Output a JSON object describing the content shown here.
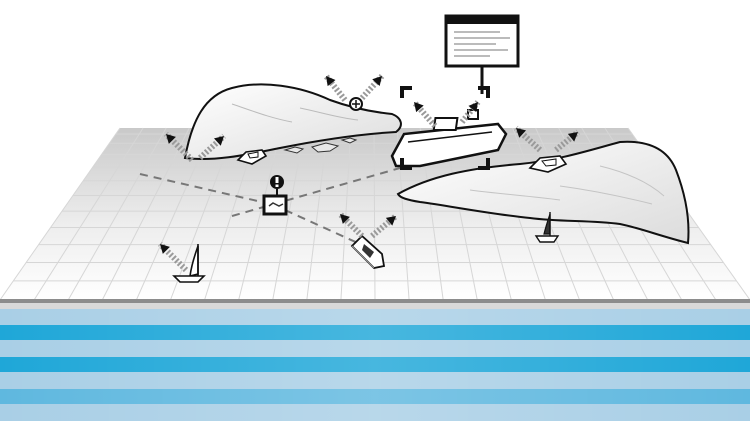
{
  "colors": {
    "background": "#ffffff",
    "outline": "#111111",
    "grid_line": "#d6d6d6",
    "signal_ray": "#9a9a9a",
    "route_dash": "#777777",
    "stripe_dark": "#1fa7d8",
    "stripe_light": "#a9cfe6",
    "stripe_mid": "#5fb8df"
  },
  "scene": {
    "title": "",
    "info_panel": {
      "icon": "text-document-icon"
    },
    "alert_marker": {
      "icon": "exclamation-icon"
    },
    "buoy": {
      "icon": "target-buoy-icon"
    },
    "vessels": [
      {
        "name": "cargo-ship",
        "icon": "cargo-ship-icon",
        "tracked": true
      },
      {
        "name": "small-boat-left",
        "icon": "motorboat-icon",
        "tracked": false
      },
      {
        "name": "small-boat-right",
        "icon": "motorboat-icon",
        "tracked": false
      },
      {
        "name": "sailboat-left",
        "icon": "sailboat-icon",
        "tracked": false
      },
      {
        "name": "sailboat-right",
        "icon": "sailboat-icon",
        "tracked": false
      },
      {
        "name": "center-boat",
        "icon": "motorboat-icon",
        "tracked": false
      }
    ]
  }
}
